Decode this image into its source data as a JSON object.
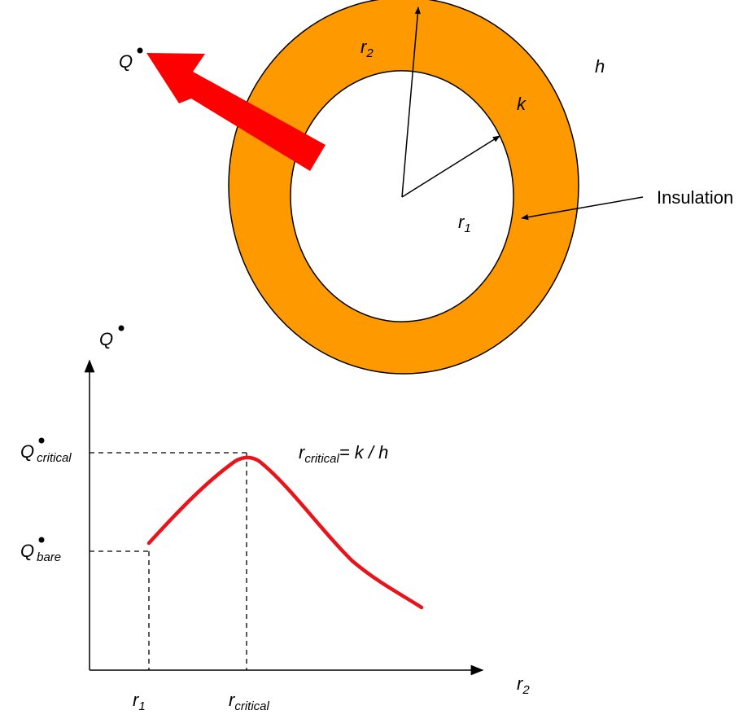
{
  "diagram": {
    "colors": {
      "insulation_fill": "#FF9900",
      "heat_arrow": "#FF0000",
      "curve": "#E8141C",
      "line": "#000000"
    },
    "labels": {
      "heat_flow": "Q",
      "r2_ring": "r",
      "r2_ring_sub": "2",
      "h": "h",
      "k": "k",
      "r1_ring": "r",
      "r1_ring_sub": "1",
      "insulation": "Insulation"
    }
  },
  "chart_data": {
    "type": "line",
    "ylabel": "Q",
    "xlabel_main": "r",
    "xlabel_sub": "2",
    "y_ticks": [
      {
        "main": "Q",
        "sub": "critical"
      },
      {
        "main": "Q",
        "sub": "bare"
      }
    ],
    "x_ticks": [
      {
        "main": "r",
        "sub": "1"
      },
      {
        "main": "r",
        "sub": "critical"
      }
    ],
    "annotation": {
      "main": "r",
      "sub": "critical",
      "rest": "= k / h"
    }
  }
}
